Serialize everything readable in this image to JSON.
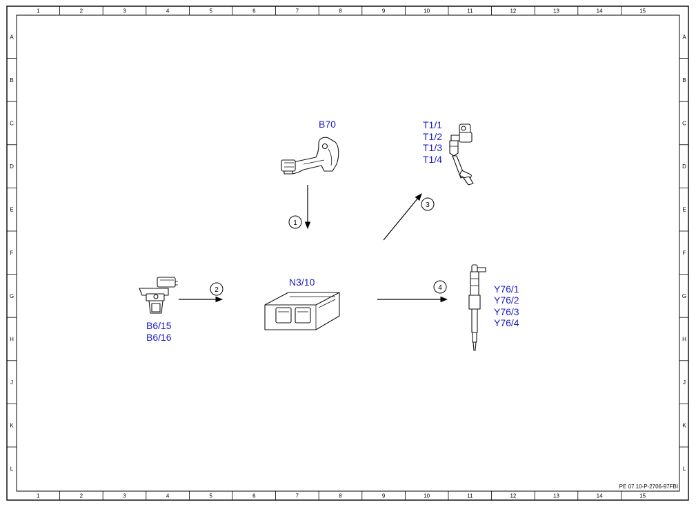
{
  "grid": {
    "columns": [
      "1",
      "2",
      "3",
      "4",
      "5",
      "6",
      "7",
      "8",
      "9",
      "10",
      "11",
      "12",
      "13",
      "14",
      "15"
    ],
    "rows": [
      "A",
      "B",
      "C",
      "D",
      "E",
      "F",
      "G",
      "H",
      "J",
      "K",
      "L"
    ]
  },
  "components": {
    "b70": {
      "labels": [
        "B70"
      ]
    },
    "ignition_coils": {
      "labels": [
        "T1/1",
        "T1/2",
        "T1/3",
        "T1/4"
      ]
    },
    "camshaft_sensors": {
      "labels": [
        "B6/15",
        "B6/16"
      ]
    },
    "control_unit": {
      "labels": [
        "N3/10"
      ]
    },
    "injectors": {
      "labels": [
        "Y76/1",
        "Y76/2",
        "Y76/3",
        "Y76/4"
      ]
    }
  },
  "signals": [
    {
      "number": "1"
    },
    {
      "number": "2"
    },
    {
      "number": "3"
    },
    {
      "number": "4"
    }
  ],
  "reference": "PE 07.10-P-2706-97FBI",
  "colors": {
    "label": "#1a1ac8",
    "line": "#000000"
  },
  "icons": {
    "b70": "crankshaft-sensor-icon",
    "ignition_coils": "ignition-coil-icon",
    "camshaft_sensors": "camshaft-sensor-icon",
    "control_unit": "control-unit-icon",
    "injectors": "injector-icon"
  }
}
